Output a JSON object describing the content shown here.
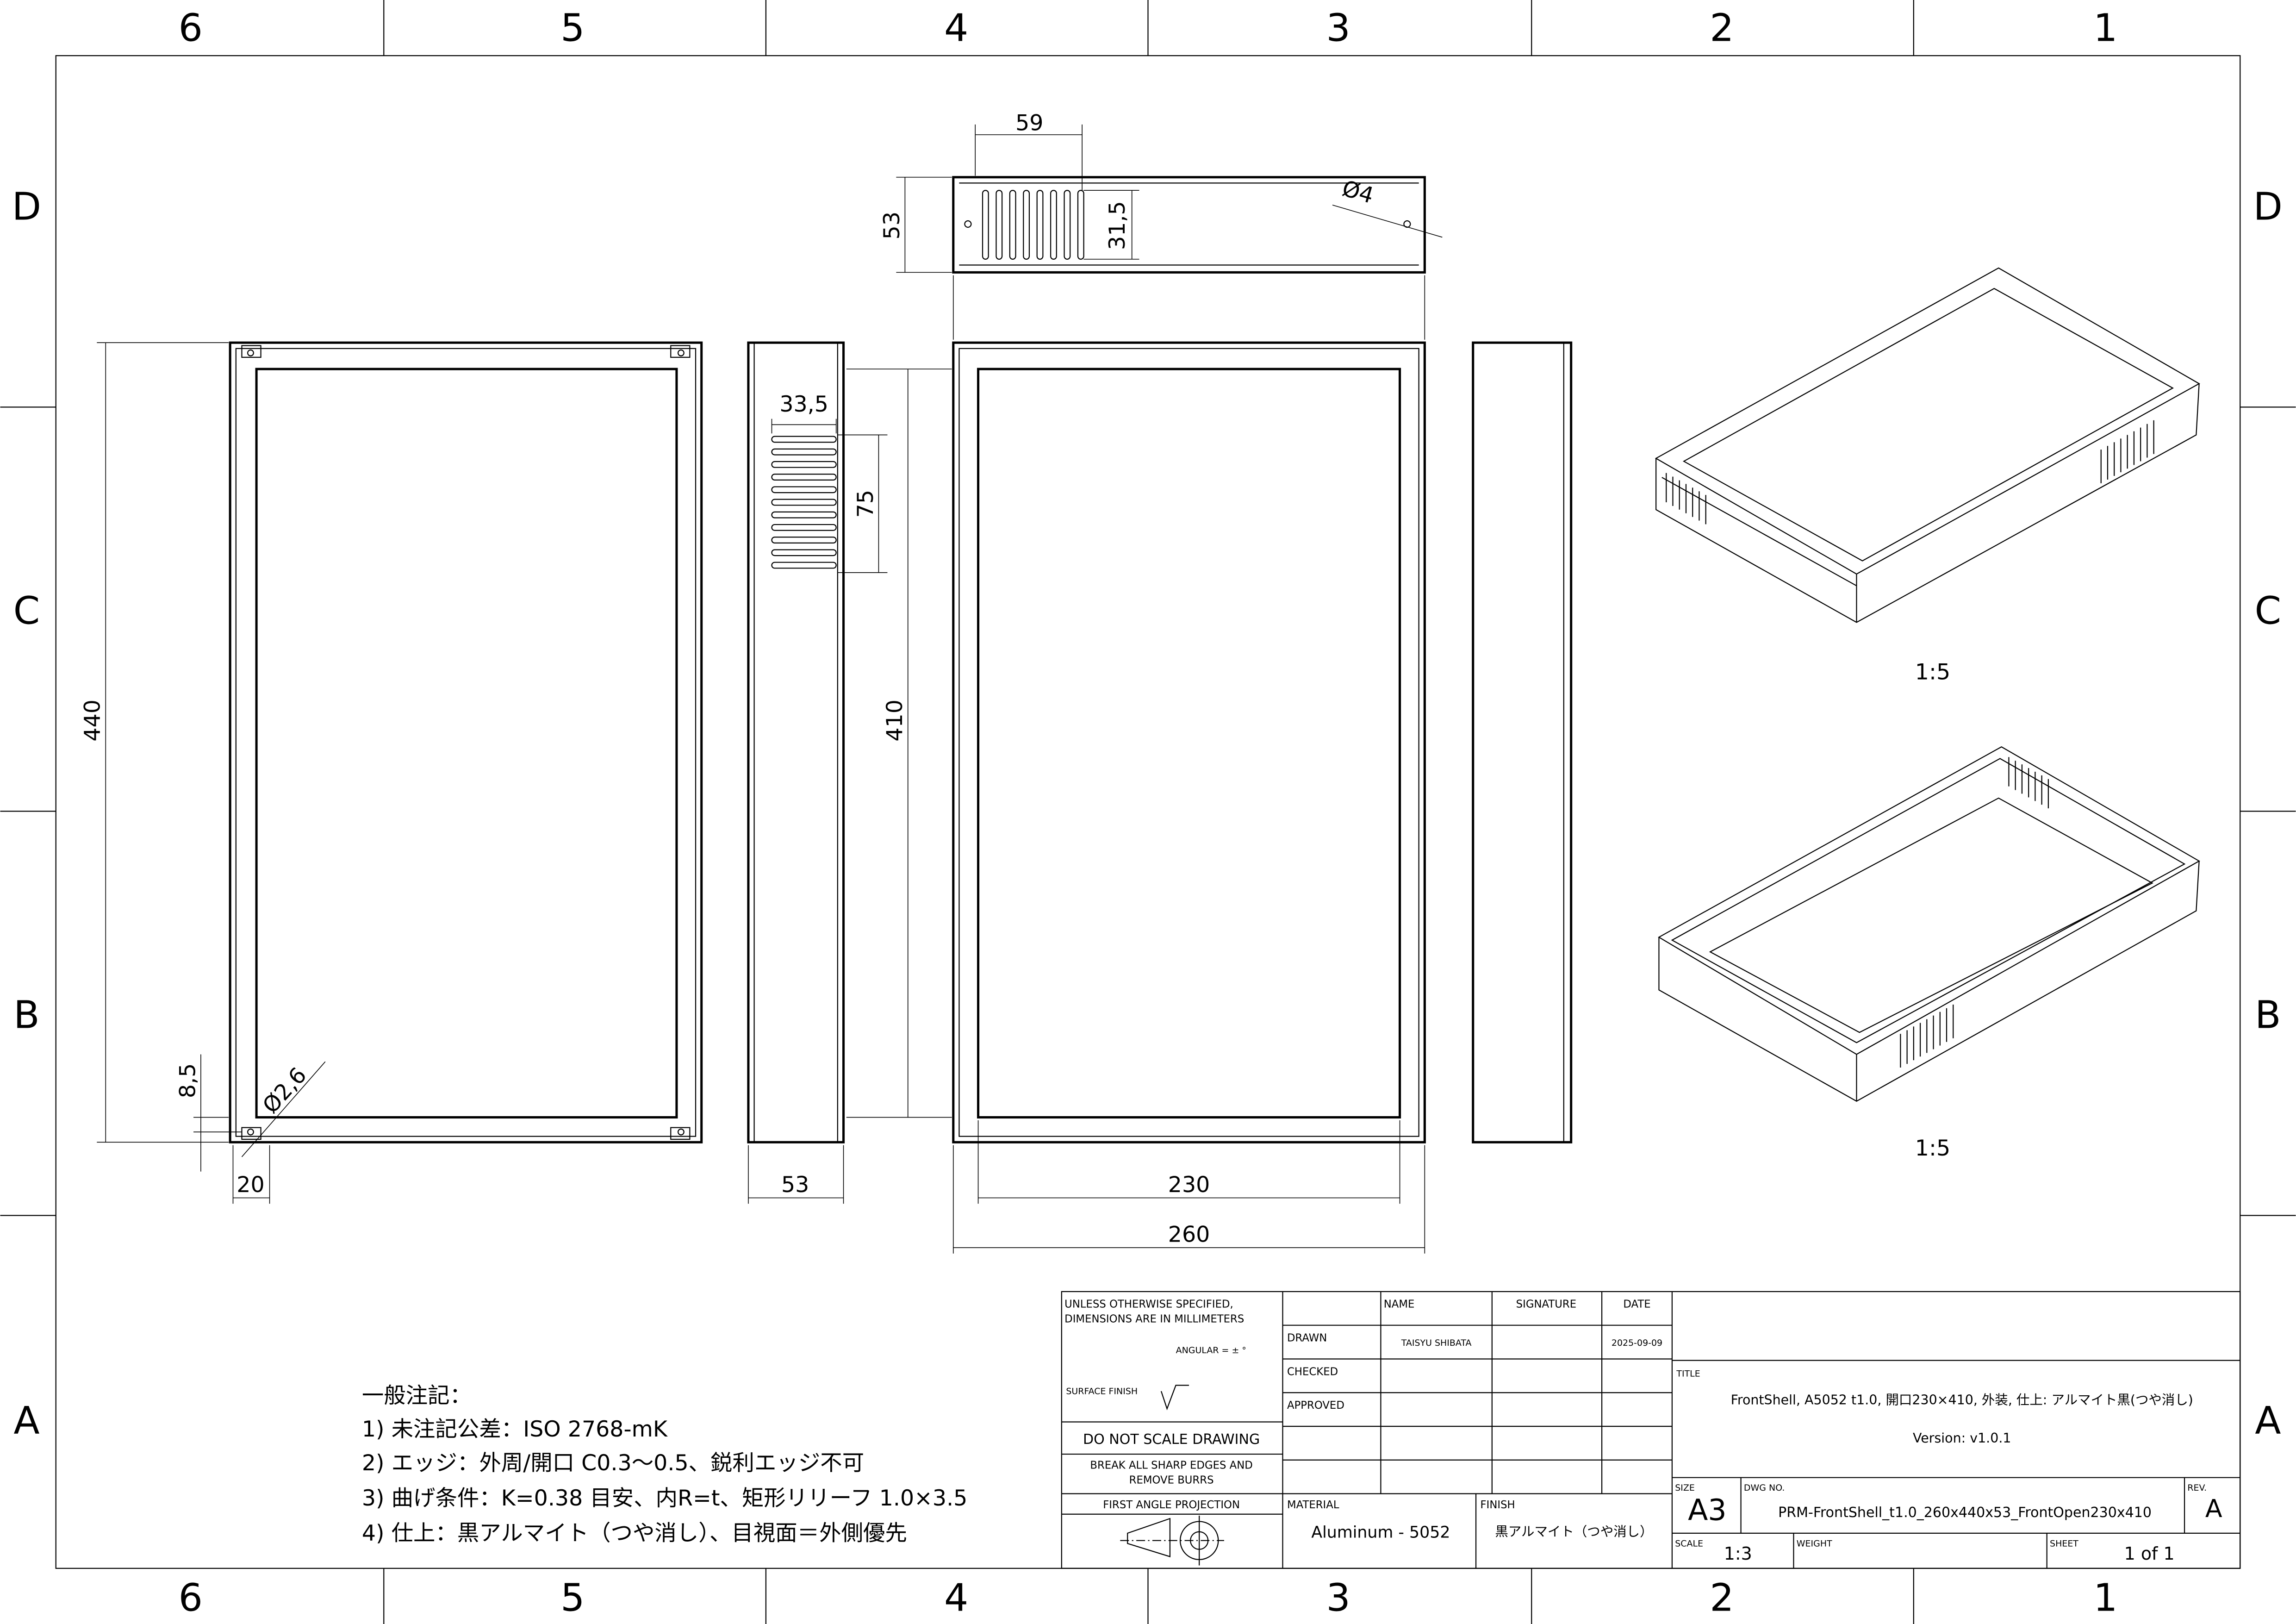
{
  "frame": {
    "columns": [
      "6",
      "5",
      "4",
      "3",
      "2",
      "1"
    ],
    "rows": [
      "D",
      "C",
      "B",
      "A"
    ]
  },
  "dimensions": {
    "top_slot_width": "59",
    "top_height": "53",
    "top_slot_height": "31,5",
    "top_hole": "Ø4",
    "overall_height": "440",
    "side_slot_width": "33,5",
    "side_slot_height": "75",
    "opening_height": "410",
    "hole_offset_v": "8,5",
    "hole_dia": "Ø2,6",
    "hole_offset_h": "20",
    "depth": "53",
    "opening_width": "230",
    "overall_width": "260"
  },
  "iso_views": [
    {
      "scale": "1:5"
    },
    {
      "scale": "1:5"
    }
  ],
  "notes": {
    "heading": "一般注記：",
    "items": [
      "1) 未注記公差：ISO 2768-mK",
      "2) エッジ：外周/開口 C0.3〜0.5、鋭利エッジ不可",
      "3) 曲げ条件：K=0.38 目安、内R=t、矩形リリーフ 1.0×3.5",
      "4) 仕上：黒アルマイト（つや消し）、目視面＝外側優先"
    ]
  },
  "title_block": {
    "unless_line1": "UNLESS OTHERWISE SPECIFIED,",
    "unless_line2": "DIMENSIONS ARE IN MILLIMETERS",
    "angular": "ANGULAR = ± °",
    "surface_finish": "SURFACE FINISH",
    "do_not_scale": "DO NOT SCALE DRAWING",
    "break_edges_1": "BREAK ALL SHARP EDGES AND",
    "break_edges_2": "REMOVE BURRS",
    "projection": "FIRST ANGLE PROJECTION",
    "col_name": "NAME",
    "col_signature": "SIGNATURE",
    "col_date": "DATE",
    "drawn_label": "DRAWN",
    "drawn_name": "TAISYU SHIBATA",
    "drawn_date": "2025-09-09",
    "checked_label": "CHECKED",
    "approved_label": "APPROVED",
    "material_label": "MATERIAL",
    "material": "Aluminum - 5052",
    "finish_label": "FINISH",
    "finish": "黒アルマイト（つや消し）",
    "title_label": "TITLE",
    "title": "FrontShell, A5052 t1.0, 開口230×410, 外装, 仕上: アルマイト黒(つや消し)",
    "version": "Version: v1.0.1",
    "size_label": "SIZE",
    "size": "A3",
    "dwg_no_label": "DWG NO.",
    "dwg_no": "PRM-FrontShell_t1.0_260x440x53_FrontOpen230x410",
    "rev_label": "REV.",
    "rev": "A",
    "scale_label": "SCALE",
    "scale": "1:3",
    "weight_label": "WEIGHT",
    "sheet_label": "SHEET",
    "sheet": "1 of 1"
  }
}
